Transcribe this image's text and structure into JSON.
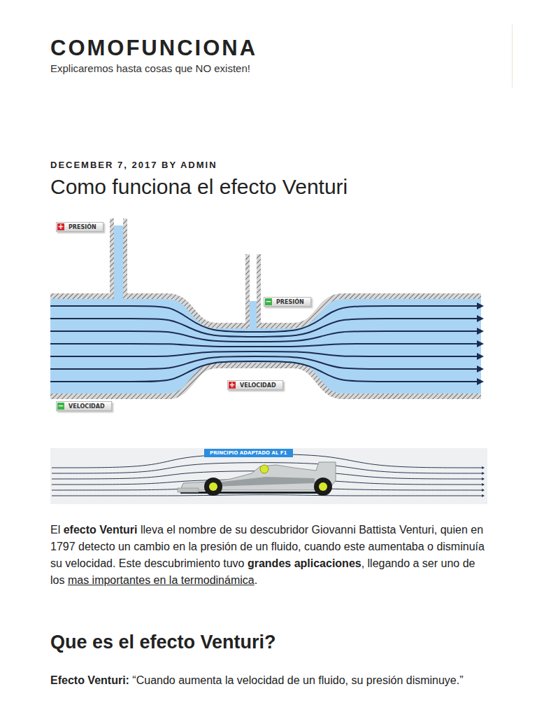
{
  "diagram": {
    "title": "Como funciona el efecto Venturi",
    "nodes": [
      {
        "text": [
          "+",
          "PRESIÓN"
        ]
      },
      {
        "text": [
          "−",
          "PRESIÓN"
        ]
      },
      {
        "text": [
          "+",
          "VELOCIDAD"
        ]
      },
      {
        "text": [
          "−",
          "VELOCIDAD"
        ]
      },
      {
        "text": [
          "PRINCIPIO ADAPTADO AL F1"
        ]
      }
    ],
    "labels": [
      "COMOFUNCIONA",
      "Explicaremos hasta cosas que NO existen!",
      "DECEMBER 7, 2017 BY ADMIN",
      "El",
      "efecto Venturi",
      "lleva el nombre de su descubridor Giovanni Battista Venturi, quien en 1797 detecto un cambio en la presión de un fluido, cuando este aumentaba o disminuía su velocidad. Este descubrimiento tuvo",
      "grandes aplicaciones",
      ", llegando a ser uno de los",
      "mas importantes en la termodinámica",
      ".",
      "Que es el efecto Venturi?",
      "Efecto Venturi:",
      "“Cuando aumenta la velocidad de un fluido, su presión disminuye.”"
    ]
  }
}
